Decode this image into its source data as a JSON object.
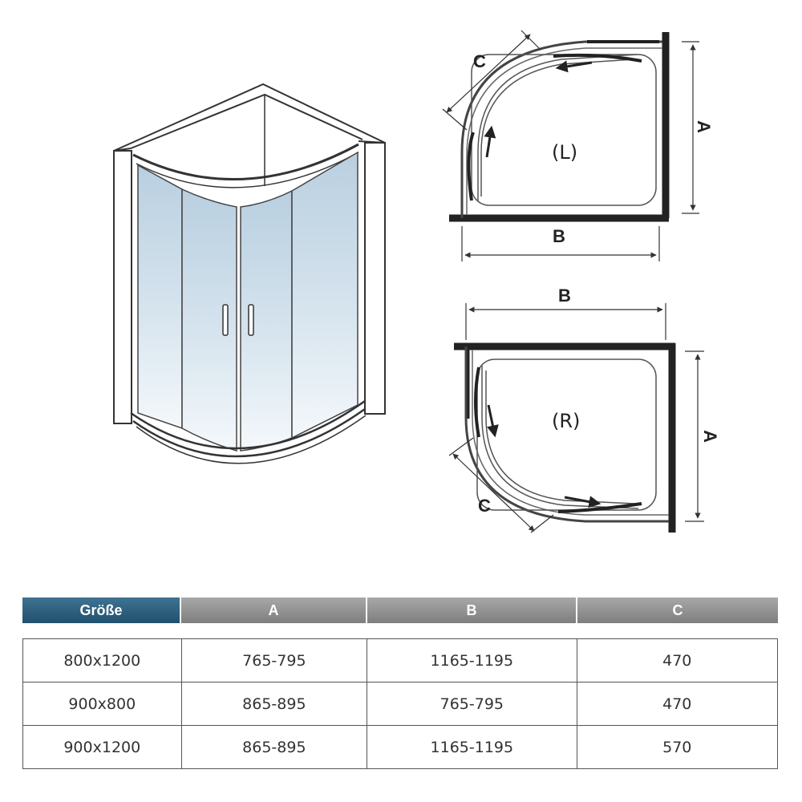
{
  "diagram": {
    "label_left": "(L)",
    "label_right": "(R)",
    "dim_a": "A",
    "dim_b": "B",
    "dim_c": "C"
  },
  "table": {
    "headers": [
      "Größe",
      "A",
      "B",
      "C"
    ],
    "rows": [
      [
        "800x1200",
        "765-795",
        "1165-1195",
        "470"
      ],
      [
        "900x800",
        "865-895",
        "765-795",
        "470"
      ],
      [
        "900x1200",
        "865-895",
        "1165-1195",
        "570"
      ]
    ]
  },
  "colors": {
    "header_first": "#2f6180",
    "header_gray": "#939393",
    "glass": "#c6d9e6"
  }
}
